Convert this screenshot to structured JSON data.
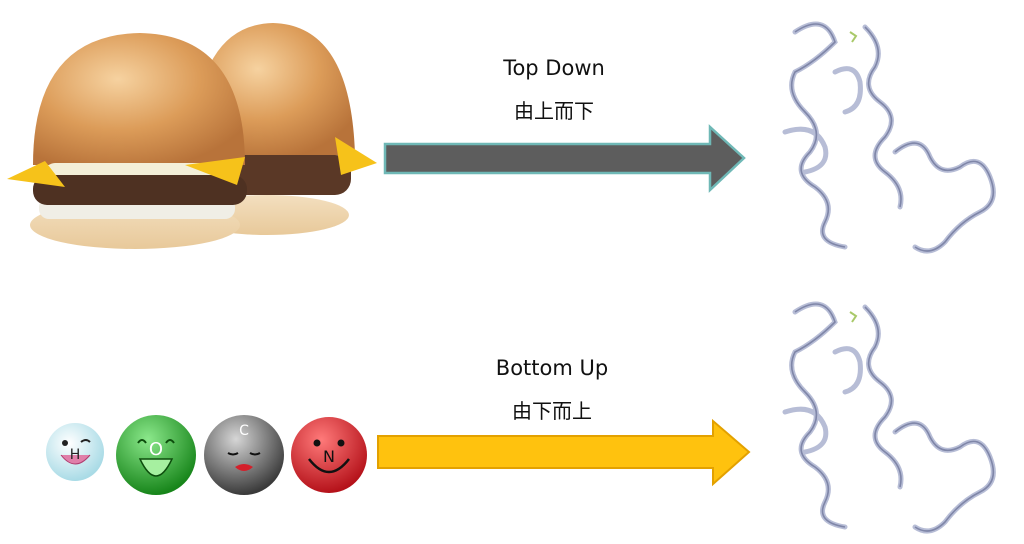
{
  "top_row": {
    "label_en": "Top Down",
    "label_zh": "由上而下",
    "arrow_color": "#5d5d5d",
    "arrow_outline": "#6fb8b6"
  },
  "bottom_row": {
    "label_en": "Bottom Up",
    "label_zh": "由下而上",
    "arrow_color": "#ffc20e",
    "arrow_outline": "#e3a100"
  },
  "atoms": [
    {
      "letter": "H",
      "color": "#bfe6ec"
    },
    {
      "letter": "O",
      "color": "#2eae2e"
    },
    {
      "letter": "C",
      "color": "#6f6f6f"
    },
    {
      "letter": "N",
      "color": "#e0262a"
    }
  ],
  "images": {
    "top_left": "burger-image",
    "right": "protein-ribbon-image"
  }
}
